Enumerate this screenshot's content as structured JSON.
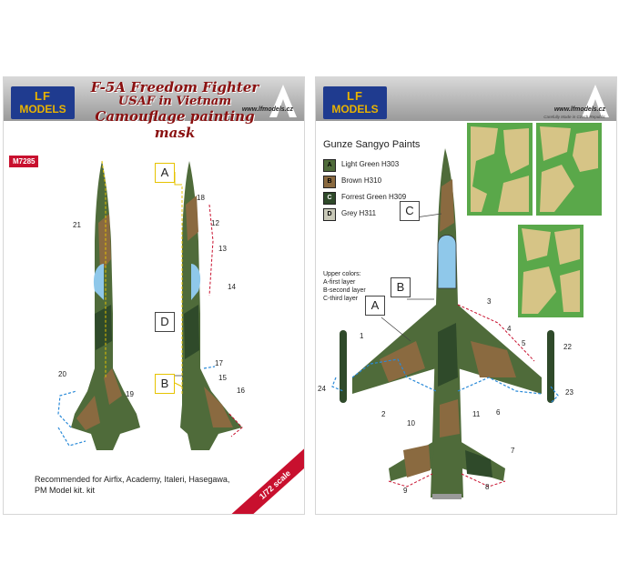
{
  "left_sheet": {
    "logo": {
      "top": "LF",
      "bottom": "MODELS"
    },
    "title": [
      "F-5A Freedom Fighter",
      "USAF in Vietnam",
      "Camouflage painting mask"
    ],
    "website": "www.lfmodels.cz",
    "product_code": "M7285",
    "callouts": [
      "A",
      "D",
      "B"
    ],
    "part_numbers": [
      "21",
      "18",
      "12",
      "13",
      "14",
      "17",
      "15",
      "16",
      "20",
      "19"
    ],
    "recommendation": "Recommended for Airfix, Academy, Italeri, Hasegawa, PM Model kit. kit",
    "scale": "1/72 scale"
  },
  "right_sheet": {
    "logo": {
      "top": "LF",
      "bottom": "MODELS"
    },
    "website": "www.lfmodels.cz",
    "tagline": "Carefully Made in Czech Republic",
    "paints_title": "Gunze Sangyo Paints",
    "paints": [
      {
        "code": "A",
        "name": "Light Green H303",
        "color": "#4f6b3a"
      },
      {
        "code": "B",
        "name": "Brown H310",
        "color": "#8a6a40"
      },
      {
        "code": "C",
        "name": "Forrest Green H309",
        "color": "#2f4a2a"
      },
      {
        "code": "D",
        "name": "Grey H311",
        "color": "#c9c9b8"
      }
    ],
    "layers": [
      "Upper colors:",
      "A-first layer",
      "B-second layer",
      "C-third layer"
    ],
    "callouts": [
      "C",
      "A",
      "B"
    ],
    "part_numbers": [
      "3",
      "4",
      "5",
      "22",
      "1",
      "24",
      "2",
      "6",
      "23",
      "10",
      "11",
      "7",
      "9",
      "8"
    ]
  },
  "colors": {
    "mask_sheet_bg": "#5aa84a",
    "mask_tan": "#d6c486",
    "camo_green": "#4f6b3a",
    "camo_brown": "#8a6a40",
    "camo_dark": "#2f4a2a",
    "canopy": "#8fc8ea"
  }
}
